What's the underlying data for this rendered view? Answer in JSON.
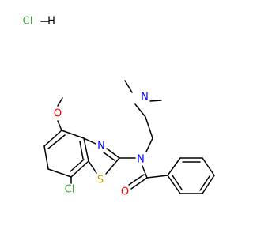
{
  "molecule": {
    "atoms": [
      {
        "symbol": "Cl",
        "color": "#33aa33"
      },
      {
        "symbol": "S",
        "color": "#b8a200"
      },
      {
        "symbol": "N",
        "color": "#0000ff"
      },
      {
        "symbol": "N",
        "color": "#0000ff"
      },
      {
        "symbol": "N",
        "color": "#0000ff"
      },
      {
        "symbol": "O",
        "color": "#ff0000"
      },
      {
        "symbol": "O",
        "color": "#ff0000"
      }
    ],
    "salt": {
      "cl": "Cl",
      "h": "H",
      "cl_color": "#33aa33"
    }
  }
}
